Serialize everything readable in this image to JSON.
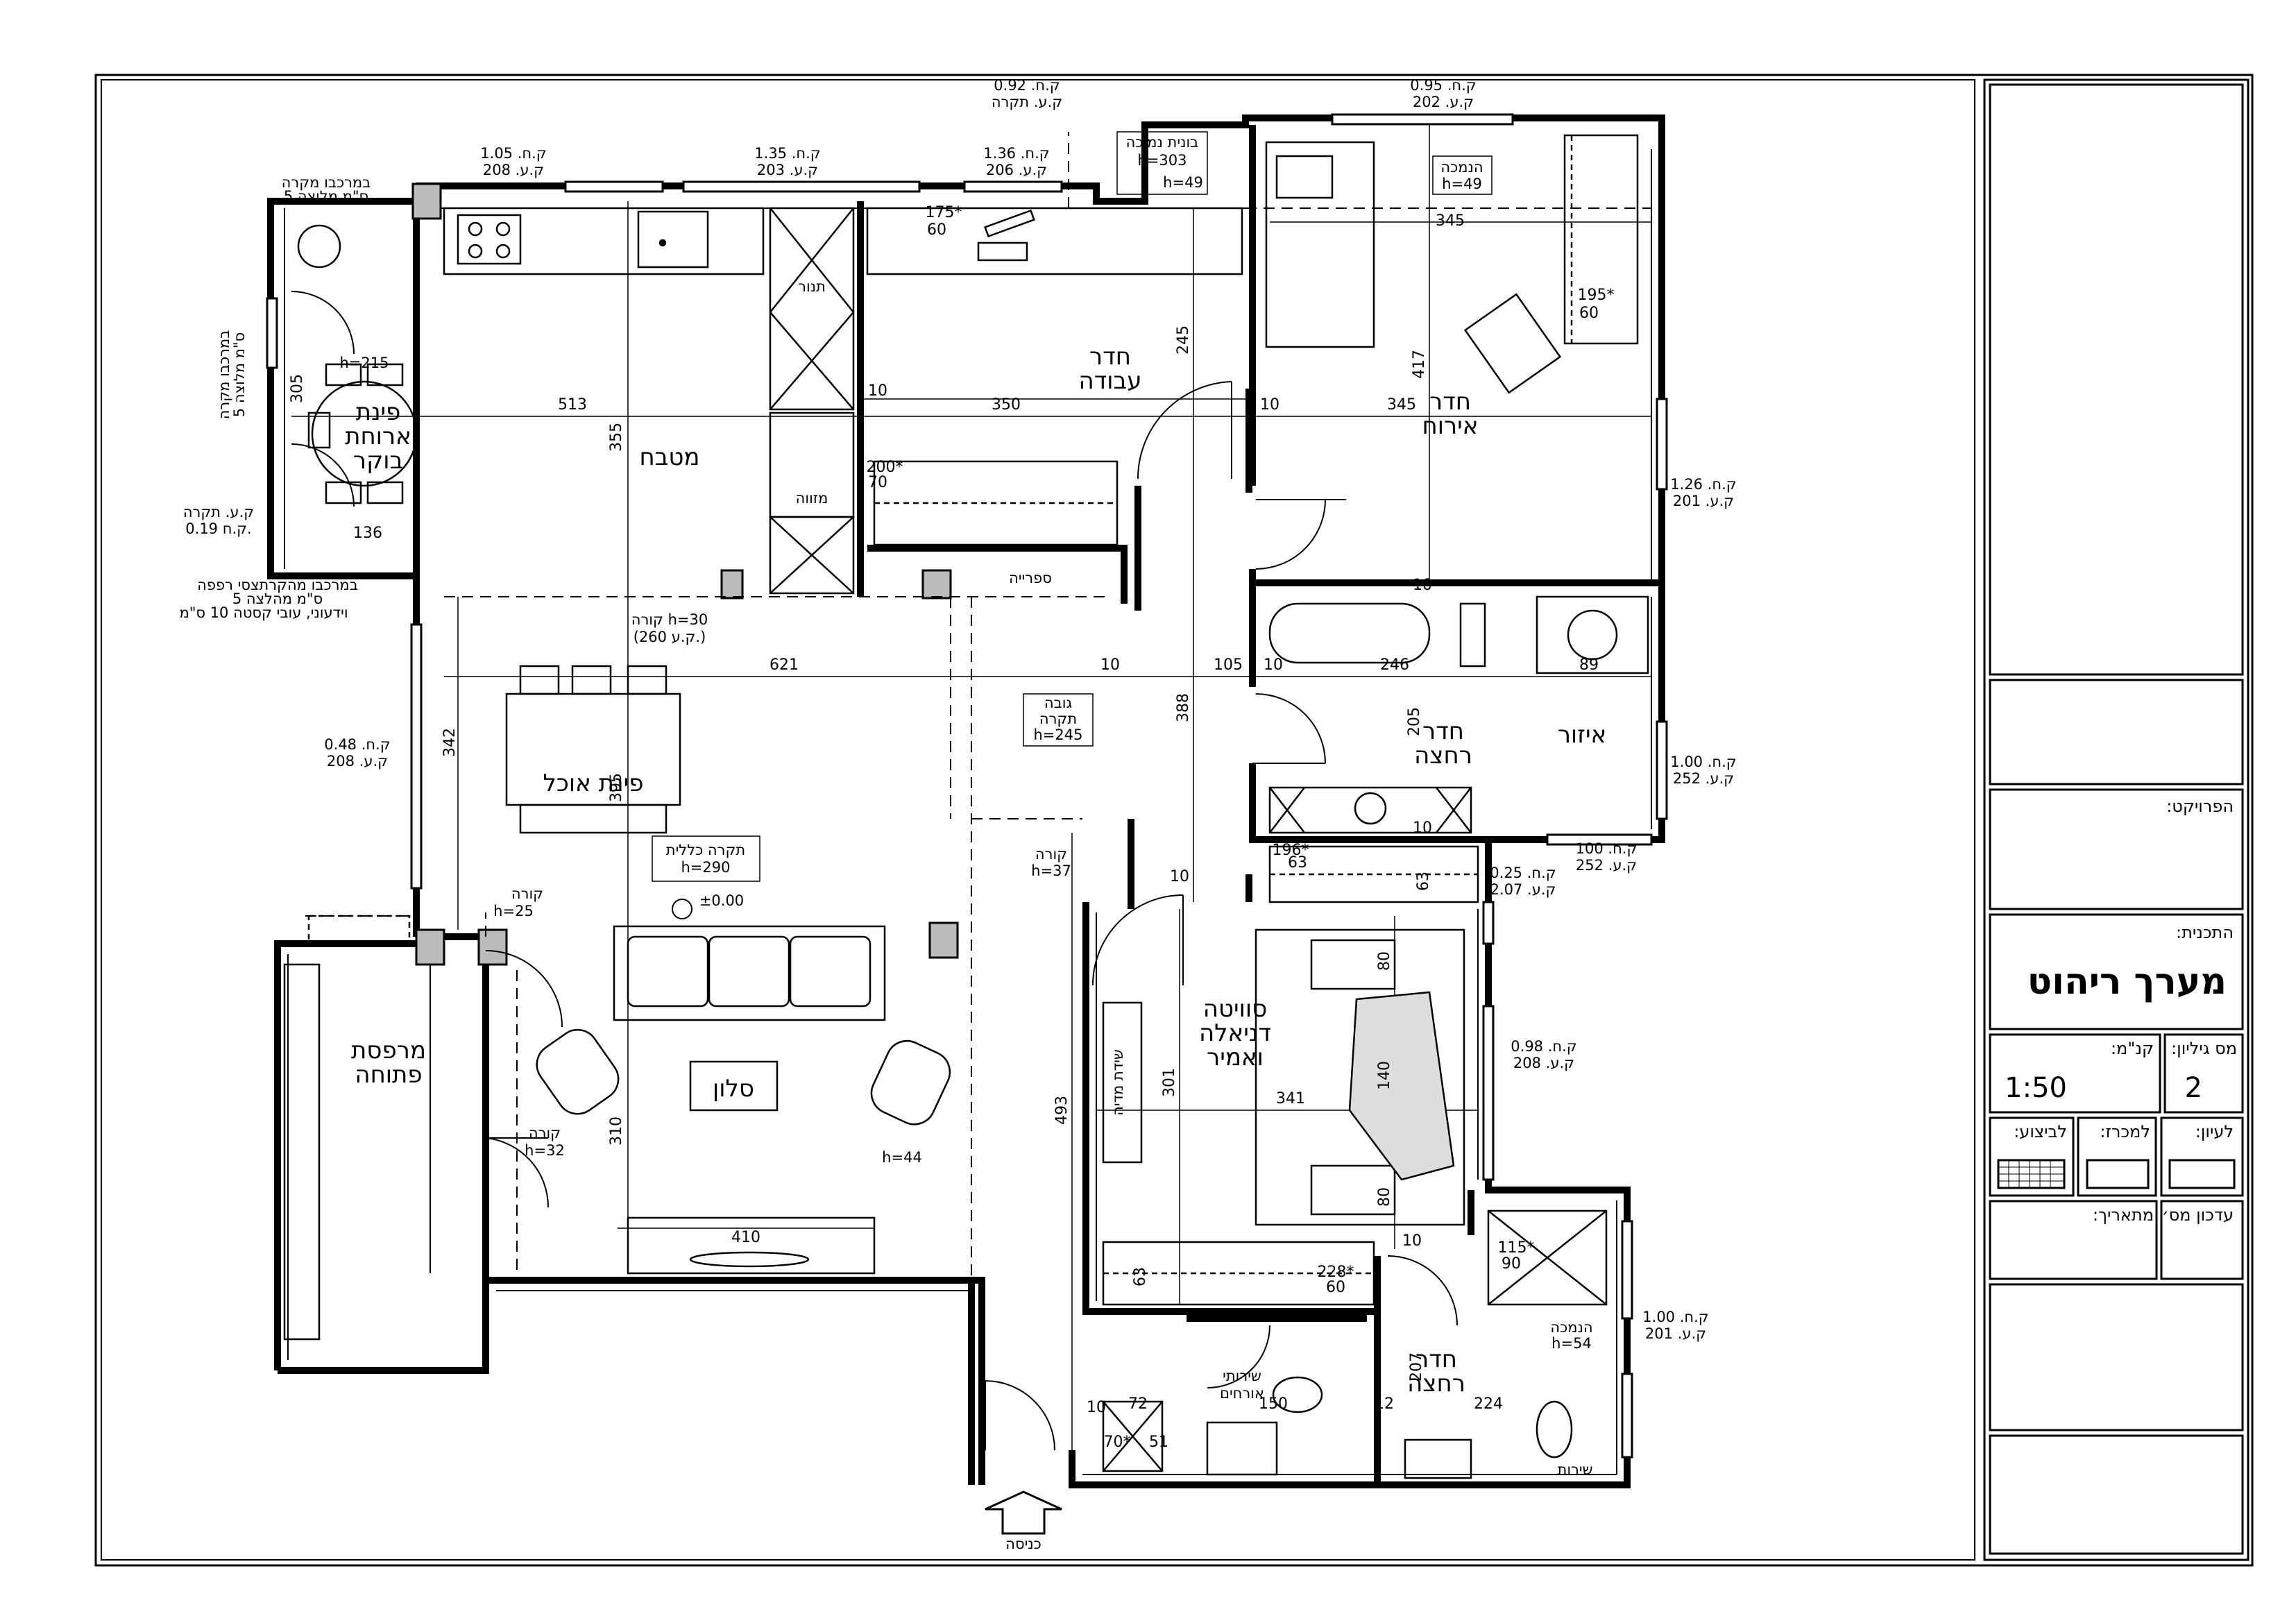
{
  "rooms": {
    "kitchen": "מטבח",
    "breakfast_1": "פינת",
    "breakfast_2": "ארוחת",
    "breakfast_3": "בוקר",
    "dining": "פינת אוכל",
    "living": "סלון",
    "open_balcony_1": "מרפסת",
    "open_balcony_2": "פתוחה",
    "study_1": "חדר",
    "study_2": "עבודה",
    "guest_1": "חדר",
    "guest_2": "אירוח",
    "bath_1": "חדר",
    "bath_2": "רחצה",
    "zone": "איזור",
    "suite_1": "סוויטה",
    "suite_2": "דניאלה",
    "suite_3": "ואמיר",
    "bath2_1": "חדר",
    "bath2_2": "רחצה",
    "guest_wc_1": "שירותי",
    "guest_wc_2": "אורחים",
    "entrance": "כניסה"
  },
  "labels": {
    "oven": "תנור",
    "fridge": "מזווה",
    "library": "ספרייה",
    "media_wall": "שידת מדיה",
    "dryer_unit": "שירות",
    "beam_1": "קורה h=30",
    "beam_1b": "(260 ק.ע.)",
    "beam_2_t": "קורה",
    "beam_2_h": "h=25",
    "beam_3_t": "קורה",
    "beam_3_h": "h=32",
    "beam_4_t": "קורה",
    "beam_4_h": "h=37",
    "ceiling_general_t": "תקרה כללית",
    "ceiling_general_h": "h=290",
    "ceiling_height_1": "גובה",
    "ceiling_height_2": "תקרה",
    "ceiling_height_h": "h=245",
    "zero": "±0.00",
    "h44": "h=44",
    "h215": "h=215",
    "lowered_1": "הנמכה",
    "lowered_1h": "h=49",
    "lowered_2": "הנמכה",
    "lowered_2h": "h=54",
    "lowered_3_t": "בונית נמוכה",
    "lowered_3_h": "h=303",
    "lowered_3_b": "h=49",
    "balcony_note_1": "במרכבו מקרה",
    "balcony_note_2": "5 ס\"מ מלוצה",
    "balcony_note_3": "במרכבו מקרה",
    "balcony_note_4": "5 ס\"מ מלוצה",
    "balcony_note_5": "במרכבו מהקרתצסי רפפה",
    "balcony_note_6": "5 ס\"מ מהלצה",
    "balcony_note_7": "וידעוני, עובי קסטה 10 ס\"מ",
    "window_1a": "ק.ח. 1.05",
    "window_1b": "ק.ע. 208",
    "window_2a": "ק.ח. 1.35",
    "window_2b": "ק.ע. 203",
    "window_3a": "ק.ח. 1.36",
    "window_3b": "ק.ע. 206",
    "window_4a": "ק.ח. 0.92",
    "window_4b": "ק.ע. תקרה",
    "window_5a": "ק.ח. 0.95",
    "window_5b": "ק.ע. 202",
    "window_6a": "ק.ח. 1.26",
    "window_6b": "ק.ע. 201",
    "window_7a": "ק.ח. 1.00",
    "window_7b": "ק.ע. 252",
    "window_8a": "ק.ח. 100",
    "window_8b": "ק.ע. 252",
    "window_9a": "ק.ח. 0.25",
    "window_9b": "ק.ע. 2.07",
    "window_10a": "ק.ח. 0.98",
    "window_10b": "ק.ע. 208",
    "window_11a": "ק.ח. 1.00",
    "window_11b": "ק.ע. 201",
    "window_12a": "ק.ח. 0.48",
    "window_12b": "ק.ע. 208",
    "window_13a": "ק.ע. תקרה",
    "window_13b": "0.19 ק.ח."
  },
  "dims": {
    "d513": "513",
    "d350": "350",
    "d345a": "345",
    "d345b": "345",
    "d355": "355",
    "d305": "305",
    "d136": "136",
    "d621": "621",
    "d105": "105",
    "d246": "246",
    "d89": "89",
    "d205": "205",
    "d342": "342",
    "d395": "395",
    "d388": "388",
    "d245": "245",
    "d417": "417",
    "d310": "310",
    "d410": "410",
    "d493": "493",
    "d301": "301",
    "d341": "341",
    "d140": "140",
    "d80a": "80",
    "d80b": "80",
    "d63a": "63",
    "d63b": "63",
    "d63c": "63",
    "d228": "228*",
    "d60a": "60",
    "d196": "196*",
    "d175": "175*",
    "d60b": "60",
    "d195": "195*",
    "d60c": "60",
    "d200": "200*",
    "d70": "70",
    "d115": "115*",
    "d90": "90",
    "d207": "207",
    "d224": "224",
    "d12": "12",
    "d150": "150",
    "d72": "72",
    "d51": "51",
    "d70b": "70*",
    "d10a": "10",
    "d10b": "10",
    "d10c": "10",
    "d10d": "10",
    "d10e": "10",
    "d10f": "10",
    "d10g": "10",
    "d10h": "10",
    "d10i": "10"
  },
  "title_block": {
    "project_label": "הפרויקט:",
    "plan_label": "התכנית:",
    "plan_name": "מערך ריהוט",
    "sheet_no_label": "מס גיליון:",
    "sheet_no": "2",
    "scale_label": "קנ\"מ:",
    "scale": "1:50",
    "exec_label": "לביצוע:",
    "tender_label": "למכרז:",
    "review_label": "לעיון:",
    "update_label": "עדכון מס׳",
    "date_label": "מתאריך:"
  }
}
